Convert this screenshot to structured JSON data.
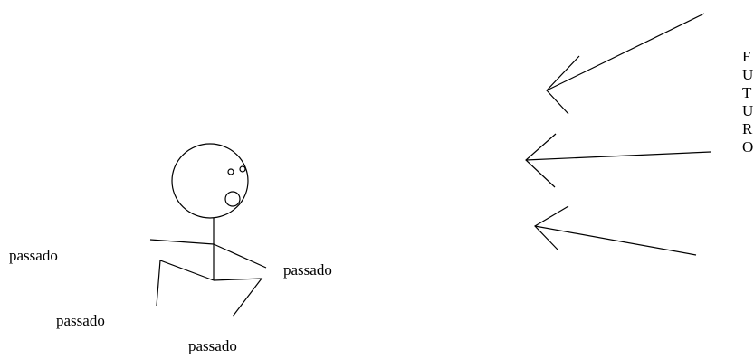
{
  "labels": {
    "left": "passado",
    "right": "passado",
    "bottom_left": "passado",
    "bottom": "passado"
  },
  "vertical_word": [
    "F",
    "U",
    "T",
    "U",
    "R",
    "O"
  ],
  "colors": {
    "ink": "#000000",
    "background": "#ffffff"
  }
}
